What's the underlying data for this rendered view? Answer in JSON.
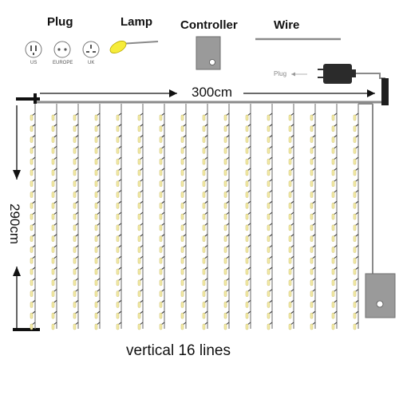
{
  "legend": {
    "plug_title": "Plug",
    "lamp_title": "Lamp",
    "controller_title": "Controller",
    "wire_title": "Wire",
    "plug_types": [
      "US",
      "EUROPE",
      "UK"
    ]
  },
  "plug_label": "Plug",
  "width_label": "300cm",
  "height_label": "290cm",
  "caption": "vertical 16 lines",
  "strands": {
    "count": 16,
    "lamps_per_strand": 20,
    "lamp_color": "#f3eaa6",
    "lamp_legend_color": "#f6ec3a",
    "wire_color": "#8a8a8a"
  },
  "colors": {
    "wire": "#8a8a8a",
    "dark": "#111111",
    "controller_fill": "#9a9a9a",
    "lamp_legend": "#f6ec3a"
  }
}
